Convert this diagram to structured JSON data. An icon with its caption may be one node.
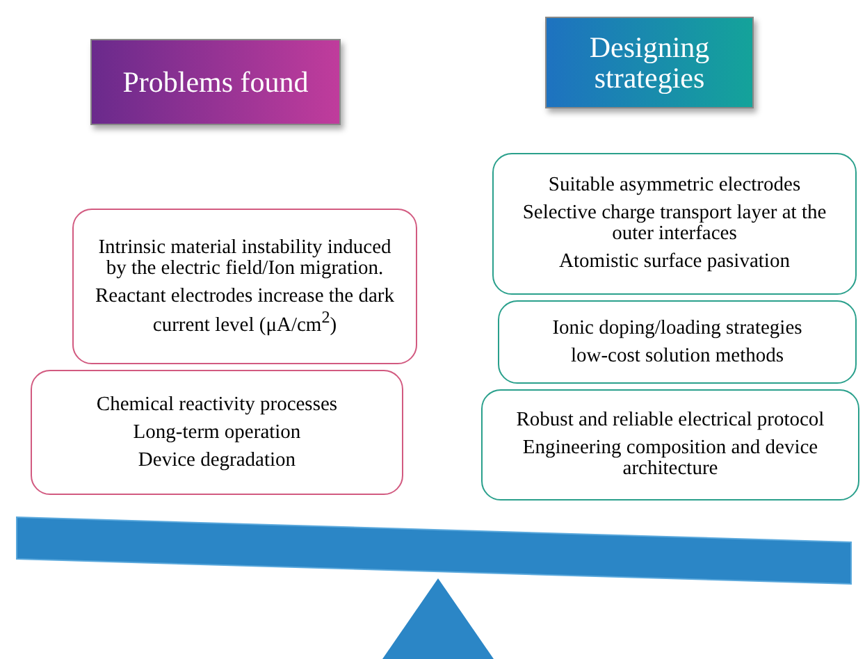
{
  "diagram": {
    "nodes": [
      {
        "text": [
          "Problems found"
        ]
      },
      {
        "text": [
          "Designing strategies"
        ]
      },
      {
        "text": [
          "Intrinsic material instability induced by the electric field/Ion migration.",
          "Reactant electrodes increase the dark current level (μA/cm$^{2}$)"
        ]
      },
      {
        "text": [
          "Chemical reactivity processes",
          "Long-term operation",
          "Device degradation"
        ]
      },
      {
        "text": [
          "Suitable asymmetric electrodes",
          "Selective charge transport layer at the outer interfaces",
          "Atomistic surface pasivation"
        ]
      },
      {
        "text": [
          "Ionic doping/loading strategies",
          "low-cost solution methods"
        ]
      },
      {
        "text": [
          "Robust and reliable electrical protocol",
          "Engineering composition and device architecture"
        ]
      }
    ],
    "edges": []
  }
}
